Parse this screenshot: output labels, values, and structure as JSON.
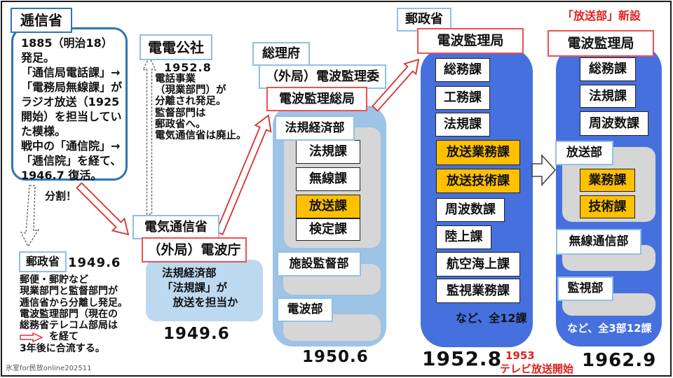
{
  "colors": {
    "highlight_orange": "#FFC000",
    "container_blue": "#4570DD",
    "container_light_blue": "#9DC3E6",
    "panel_gray": "#D6D6D6",
    "light_blue_border": "#8FC0E8",
    "dark_blue_border": "#2E75B6",
    "red_border": "#F05050",
    "red_text": "#E02020",
    "note_bg": "#BDD9F0"
  },
  "icons": {
    "split_down_arrow": "dashed-hollow-down-arrow",
    "denden_up_arrow": "dashed-hollow-up-arrow",
    "split_red_arrow": "red-hollow-arrow-down-right",
    "to_sorifu_red_arrow": "red-hollow-arrow-up-right",
    "to_yusei_red_arrow": "red-hollow-arrow-up-right",
    "merge_small_arrow": "red-hollow-right-arrow",
    "reorg_block_arrow": "white-block-right-arrow"
  },
  "watermark": "氷室for民放online202511",
  "col1": {
    "ministry": "逓信省",
    "history": [
      "1885（明治18）",
      "発足。",
      "「通信局電話課」→",
      "「電務局無線課」が",
      "ラジオ放送（1925",
      "開始）を担当してい",
      "た模様。",
      "戦中の「通信院」→",
      "「逓信院」を経て、",
      "1946.7 復活。"
    ],
    "split_label": "分割！",
    "yusei": {
      "ministry": "郵政省",
      "date": "1949.6",
      "body": [
        "郵便・郵貯など",
        "現業部門と監督部門が",
        "逓信省から分離し発足。",
        "電波監理部門（現在の",
        "総務省テレコム部局は"
      ],
      "merge_suffix": "を経て",
      "merge_last": "3年後に合流する。"
    }
  },
  "col2": {
    "company": "電電公社",
    "date": "1952.8",
    "body": [
      "電話事業",
      "（現業部門）が",
      "分離され発足。",
      "監督部門は",
      "郵政省へ。",
      "電気通信省は廃止。"
    ],
    "ministry": "電気通信省",
    "agency": "（外局）電波庁",
    "note": [
      "法規経済部",
      "「法規課」が",
      "　放送を担当か"
    ],
    "note_date": "1949.6"
  },
  "col3": {
    "ministry": "総理府",
    "agency": "（外局）電波監理委",
    "bureau": "電波監理総局",
    "dept1": "法規経済部",
    "courses": [
      {
        "label": "法規課"
      },
      {
        "label": "無線課"
      },
      {
        "label": "放送課",
        "highlight": true
      },
      {
        "label": "検定課"
      }
    ],
    "dept2": "施設監督部",
    "dept3": "電波部",
    "date": "1950.6"
  },
  "col4": {
    "ministry": "郵政省",
    "bureau": "電波監理局",
    "courses": [
      {
        "label": "総務課"
      },
      {
        "label": "工務課"
      },
      {
        "label": "法規課"
      },
      {
        "label": "放送業務課",
        "highlight": true
      },
      {
        "label": "放送技術課",
        "highlight": true
      },
      {
        "label": "周波数課"
      },
      {
        "label": "陸上課"
      },
      {
        "label": "航空海上課"
      },
      {
        "label": "監視業務課"
      }
    ],
    "note": "など、全12課",
    "date": "1952.8",
    "annotation": [
      "1953",
      "テレビ放送開始"
    ]
  },
  "col5": {
    "annotation": "「放送部」新設",
    "bureau": "電波監理局",
    "courses": [
      {
        "label": "総務課"
      },
      {
        "label": "法規課"
      },
      {
        "label": "周波数課"
      }
    ],
    "dept1": "放送部",
    "dept1_courses": [
      {
        "label": "業務課",
        "highlight": true
      },
      {
        "label": "技術課",
        "highlight": true
      }
    ],
    "dept2": "無線通信部",
    "dept3": "監視部",
    "note": "など、全3部12課",
    "date": "1962.9"
  }
}
